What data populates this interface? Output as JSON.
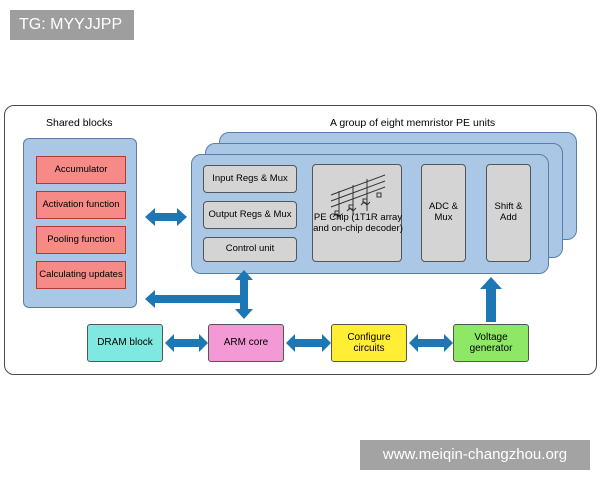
{
  "tag": "TG: MYYJJPP",
  "watermark": "www.meiqin-changzhou.org",
  "shared": {
    "title": "Shared blocks",
    "items": [
      "Accumulator",
      "Activation function",
      "Pooling function",
      "Calculating updates"
    ]
  },
  "pe": {
    "title": "A group of eight memristor PE units",
    "input_regs": "Input Regs & Mux",
    "output_regs": "Output Regs & Mux",
    "control_unit": "Control unit",
    "chip": "PE Chip (1T1R array and on-chip decoder)",
    "adc": "ADC & Mux",
    "shift": "Shift & Add"
  },
  "bottom": {
    "dram": "DRAM block",
    "arm": "ARM core",
    "configure": "Configure circuits",
    "voltage": "Voltage generator"
  },
  "colors": {
    "panel": "#aac8e6",
    "red_block": "#f58a86",
    "gray_block": "#d4d4d4",
    "dram": "#7fe8e0",
    "arm": "#f39ad6",
    "configure": "#ffee33",
    "voltage": "#8ee866",
    "arrow": "#1c77b4"
  }
}
